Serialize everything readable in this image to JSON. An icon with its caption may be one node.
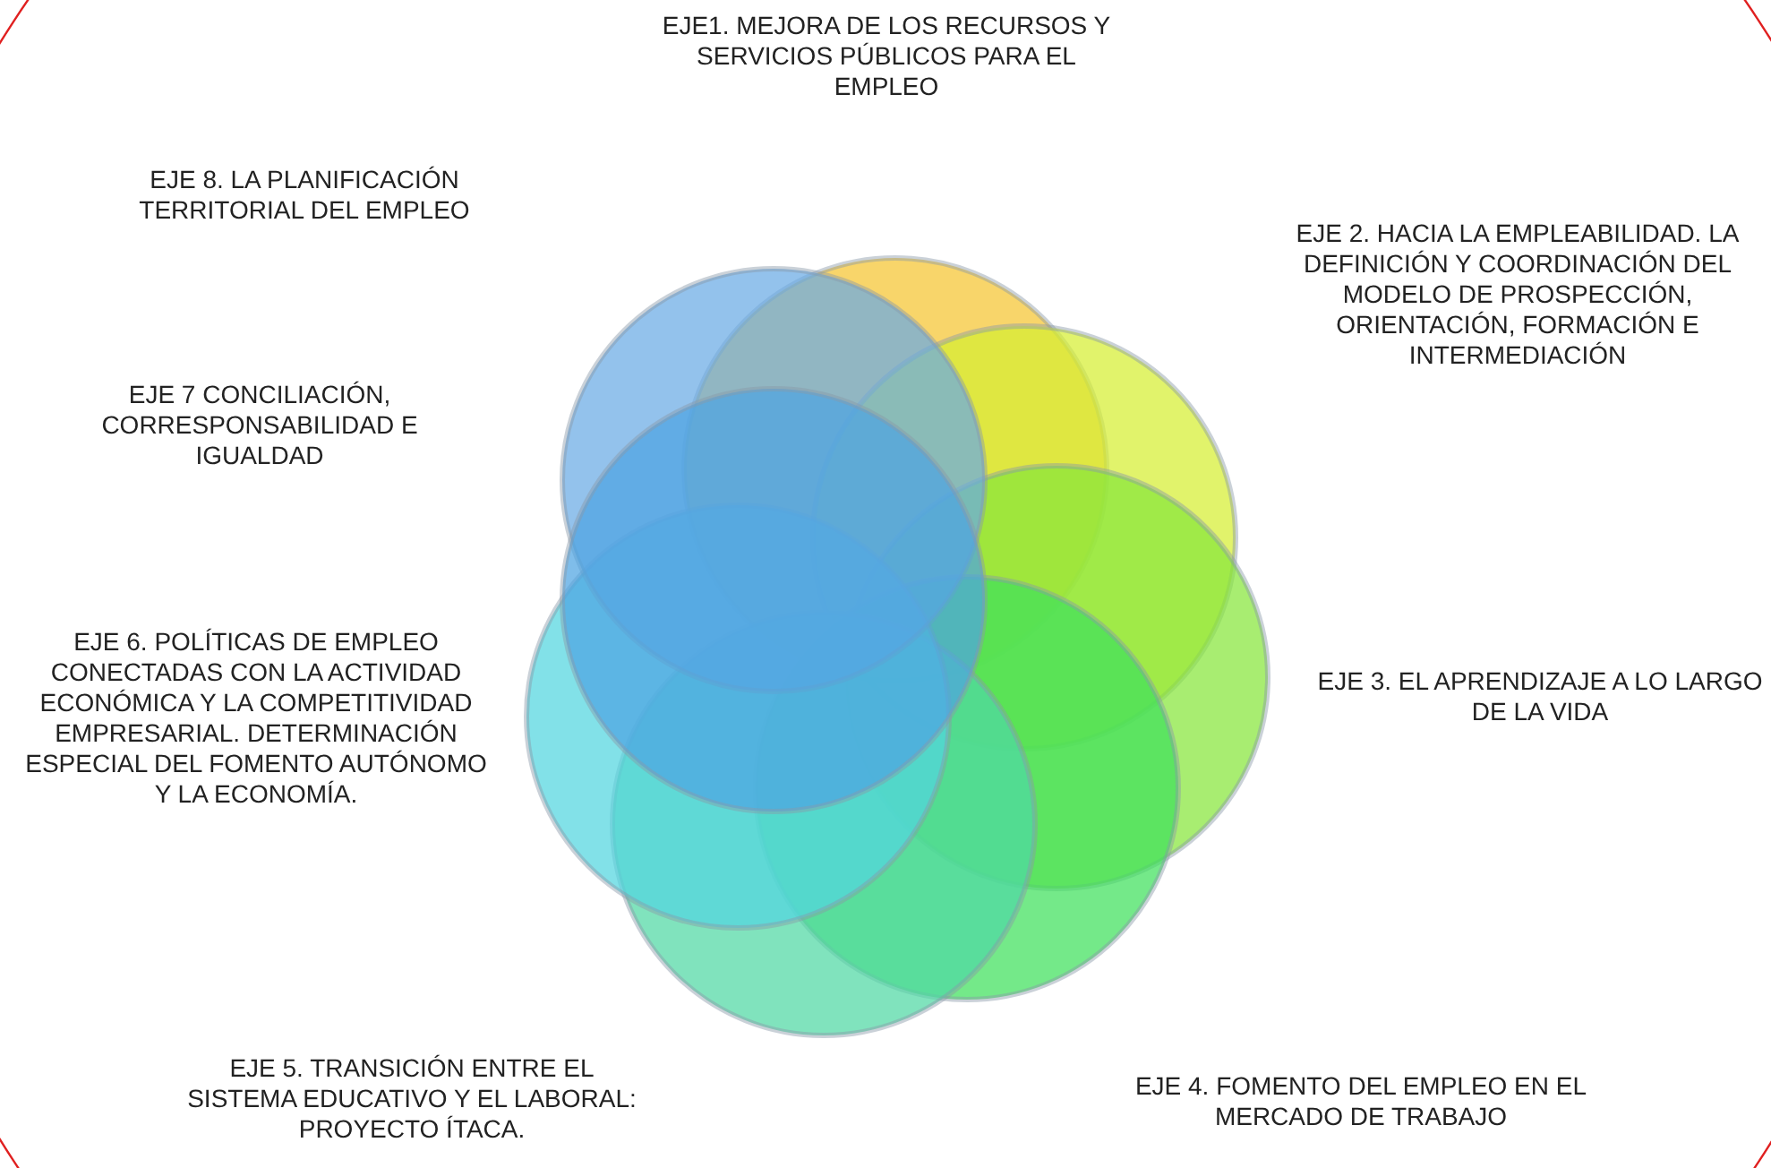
{
  "diagram": {
    "labels": [
      "EJE1. MEJORA DE LOS RECURSOS Y SERVICIOS PÚBLICOS PARA EL EMPLEO",
      "EJE 8. LA PLANIFICACIÓN TERRITORIAL DEL EMPLEO",
      "EJE 2. HACIA LA EMPLEABILIDAD. LA DEFINICIÓN Y COORDINACIÓN DEL MODELO DE PROSPECCIÓN, ORIENTACIÓN, FORMACIÓN E INTERMEDIACIÓN",
      "EJE 7 CONCILIACIÓN, CORRESPONSABILIDAD E IGUALDAD",
      "EJE 3. EL APRENDIZAJE A LO LARGO DE LA VIDA",
      "EJE 6. POLÍTICAS DE EMPLEO CONECTADAS CON LA ACTIVIDAD ECONÓMICA Y LA COMPETITIVIDAD EMPRESARIAL. DETERMINACIÓN ESPECIAL DEL FOMENTO AUTÓNOMO Y LA ECONOMÍA.",
      "EJE 5. TRANSICIÓN ENTRE EL SISTEMA EDUCATIVO Y EL LABORAL: PROYECTO ÍTACA.",
      "EJE 4. FOMENTO DEL EMPLEO EN EL MERCADO DE TRABAJO"
    ]
  }
}
